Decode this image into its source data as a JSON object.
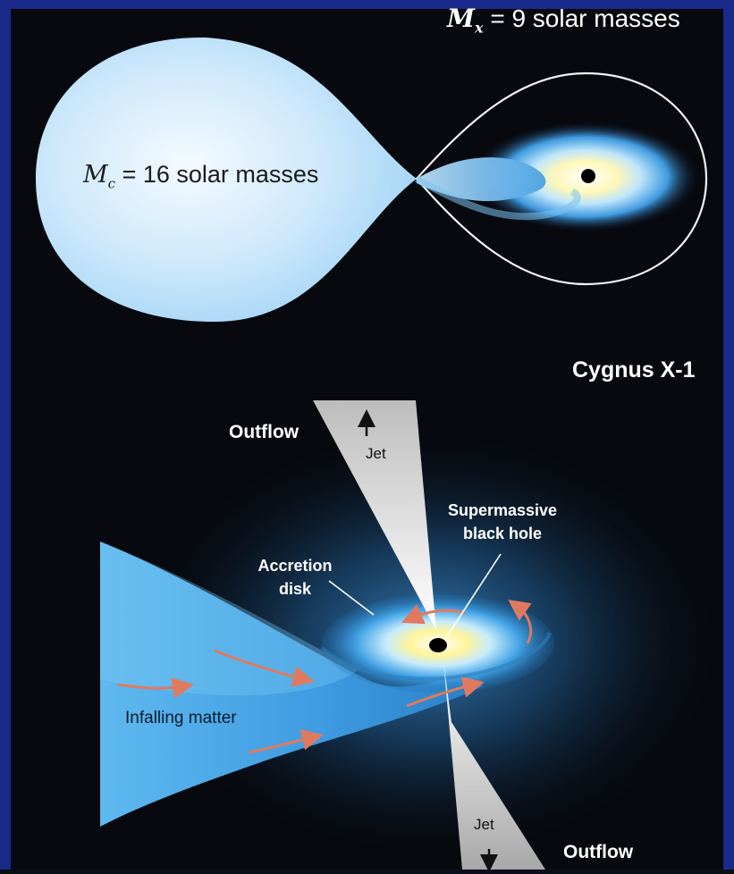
{
  "top": {
    "mx": {
      "symbol": "M",
      "subscript": "x",
      "text": " = 9 solar masses"
    },
    "mc": {
      "symbol": "M",
      "subscript": "c",
      "text": " = 16 solar masses"
    },
    "system_name": "Cygnus X-1"
  },
  "bottom": {
    "outflow_top": "Outflow",
    "jet_top": "Jet",
    "supermassive_line1": "Supermassive",
    "supermassive_line2": "black hole",
    "accretion_line1": "Accretion",
    "accretion_line2": "disk",
    "infalling": "Infalling matter",
    "jet_bottom": "Jet",
    "outflow_bottom": "Outflow"
  },
  "colors": {
    "border": "#1a2a8a",
    "background": "#07090f",
    "star": "#cfe8fb",
    "disk_core": "#fff9c8",
    "matter": "#4aa8e8",
    "arrow": "#e07a5f",
    "lobe_outline": "#f2f2f2",
    "jet": "#d9d9d9"
  }
}
